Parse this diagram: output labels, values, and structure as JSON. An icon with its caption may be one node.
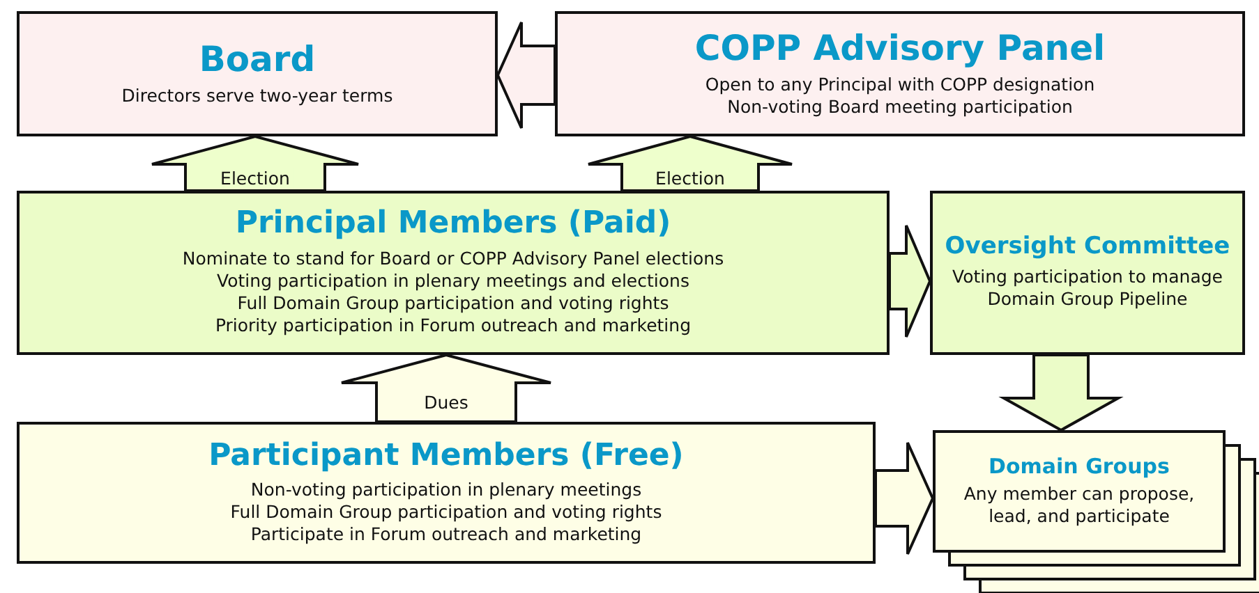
{
  "diagram": {
    "nodes": [
      {
        "text": [
          "Board",
          "Directors serve two-year terms"
        ]
      },
      {
        "text": [
          "COPP Advisory Panel",
          "Open to any Principal with COPP designation",
          "Non-voting Board meeting participation"
        ]
      },
      {
        "text": [
          "Principal Members (Paid)",
          "Nominate to stand for Board or COPP Advisory Panel elections",
          "Voting participation in plenary meetings and elections",
          "Full Domain Group participation and voting rights",
          "Priority participation in Forum outreach and marketing"
        ]
      },
      {
        "text": [
          "Oversight Committee",
          "Voting participation to manage Domain Group Pipeline"
        ]
      },
      {
        "text": [
          "Participant Members (Free)",
          "Non-voting participation in plenary meetings",
          "Full Domain Group participation and voting rights",
          "Participate in Forum outreach and marketing"
        ]
      },
      {
        "text": [
          "Domain Groups",
          "Any member can propose, lead, and participate"
        ]
      }
    ],
    "edges": [
      {
        "from": 2,
        "to": 0,
        "arrow": "to",
        "label": "Election"
      },
      {
        "from": 2,
        "to": 1,
        "arrow": "to",
        "label": "Election"
      },
      {
        "from": 1,
        "to": 0,
        "arrow": "to"
      },
      {
        "from": 2,
        "to": 3,
        "arrow": "to"
      },
      {
        "from": 3,
        "to": 5,
        "arrow": "to"
      },
      {
        "from": 4,
        "to": 2,
        "arrow": "to",
        "label": "Dues"
      },
      {
        "from": 4,
        "to": 5,
        "arrow": "to"
      }
    ]
  }
}
